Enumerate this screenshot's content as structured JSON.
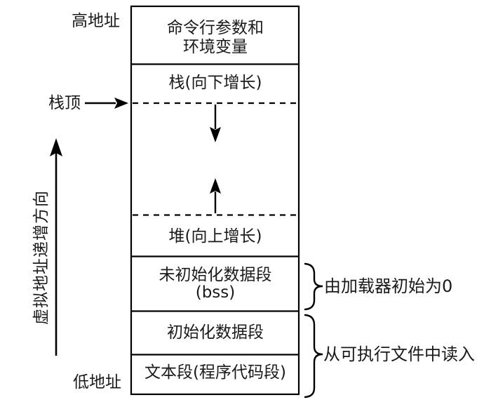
{
  "diagram": {
    "type": "process-memory-layout",
    "colors": {
      "stroke": "#000000",
      "background": "#ffffff",
      "text": "#1a1a1a"
    },
    "left_labels": {
      "high_address": "高地址",
      "stack_top": "栈顶",
      "low_address": "低地址",
      "growth_direction": "虚拟地址递增方向"
    },
    "segments": {
      "cmdline": {
        "line1": "命令行参数和",
        "line2": "环境变量"
      },
      "stack": "栈(向下增长)",
      "heap": "堆(向上增长)",
      "bss": {
        "line1": "未初始化数据段",
        "line2": "(bss)"
      },
      "data": "初始化数据段",
      "text": "文本段(程序代码段)"
    },
    "annotations": {
      "bss_note": "由加载器初始为0",
      "exec_note": "从可执行文件中读入"
    }
  }
}
